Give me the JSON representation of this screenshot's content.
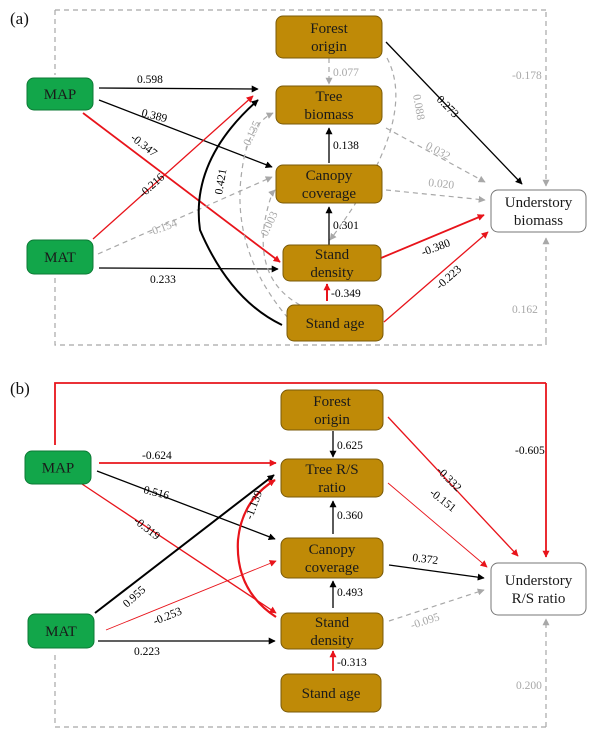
{
  "colors": {
    "climate": "#12a64a",
    "stand": "#bf8a07",
    "response": "#ffffff",
    "positive": "#000000",
    "negative": "#e8141b",
    "nonsignificant": "#a8a8a8"
  },
  "panels": [
    {
      "label": "(a)",
      "nodes": {
        "MAP": {
          "text": [
            "MAP"
          ],
          "type": "climate"
        },
        "MAT": {
          "text": [
            "MAT"
          ],
          "type": "climate"
        },
        "forest_origin": {
          "text": [
            "Forest",
            "origin"
          ],
          "type": "stand"
        },
        "tree": {
          "text": [
            "Tree",
            "biomass"
          ],
          "type": "stand"
        },
        "canopy": {
          "text": [
            "Canopy",
            "coverage"
          ],
          "type": "stand"
        },
        "density": {
          "text": [
            "Stand",
            "density"
          ],
          "type": "stand"
        },
        "age": {
          "text": [
            "Stand age"
          ],
          "type": "stand"
        },
        "understory": {
          "text": [
            "Understory",
            "biomass"
          ],
          "type": "response"
        }
      },
      "edges": [
        {
          "from": "MAP",
          "to": "tree",
          "value": "0.598",
          "sign": "positive"
        },
        {
          "from": "MAP",
          "to": "canopy",
          "value": "0.389",
          "sign": "positive"
        },
        {
          "from": "MAP",
          "to": "density",
          "value": "-0.347",
          "sign": "negative"
        },
        {
          "from": "MAT",
          "to": "tree",
          "value": "-0.216",
          "sign": "negative"
        },
        {
          "from": "MAT",
          "to": "canopy",
          "value": "-0.154",
          "sign": "nonsignificant"
        },
        {
          "from": "MAT",
          "to": "density",
          "value": "0.233",
          "sign": "positive"
        },
        {
          "from": "forest_origin",
          "to": "tree",
          "value": "0.077",
          "sign": "nonsignificant"
        },
        {
          "from": "forest_origin",
          "to": "density",
          "value": "0.088",
          "sign": "nonsignificant"
        },
        {
          "from": "forest_origin",
          "to": "understory",
          "value": "0.273",
          "sign": "positive"
        },
        {
          "from": "canopy",
          "to": "tree",
          "value": "0.138",
          "sign": "positive"
        },
        {
          "from": "density",
          "to": "canopy",
          "value": "0.301",
          "sign": "positive"
        },
        {
          "from": "age",
          "to": "density",
          "value": "-0.349",
          "sign": "negative"
        },
        {
          "from": "age",
          "to": "tree",
          "value": "0.421",
          "sign": "positive"
        },
        {
          "from": "age",
          "to": "tree",
          "value": "-0.135",
          "sign": "nonsignificant"
        },
        {
          "from": "age",
          "to": "canopy",
          "value": "0.003",
          "sign": "nonsignificant"
        },
        {
          "from": "tree",
          "to": "understory",
          "value": "0.032",
          "sign": "nonsignificant"
        },
        {
          "from": "canopy",
          "to": "understory",
          "value": "0.020",
          "sign": "nonsignificant"
        },
        {
          "from": "density",
          "to": "understory",
          "value": "-0.380",
          "sign": "negative"
        },
        {
          "from": "age",
          "to": "understory",
          "value": "-0.223",
          "sign": "negative"
        },
        {
          "from": "MAP",
          "to": "understory",
          "value": "-0.178",
          "sign": "nonsignificant"
        },
        {
          "from": "MAT",
          "to": "understory",
          "value": "0.162",
          "sign": "nonsignificant"
        }
      ]
    },
    {
      "label": "(b)",
      "nodes": {
        "MAP": {
          "text": [
            "MAP"
          ],
          "type": "climate"
        },
        "MAT": {
          "text": [
            "MAT"
          ],
          "type": "climate"
        },
        "forest_origin": {
          "text": [
            "Forest",
            "origin"
          ],
          "type": "stand"
        },
        "tree": {
          "text": [
            "Tree R/S",
            "ratio"
          ],
          "type": "stand"
        },
        "canopy": {
          "text": [
            "Canopy",
            "coverage"
          ],
          "type": "stand"
        },
        "density": {
          "text": [
            "Stand",
            "density"
          ],
          "type": "stand"
        },
        "age": {
          "text": [
            "Stand age"
          ],
          "type": "stand"
        },
        "understory": {
          "text": [
            "Understory",
            "R/S ratio"
          ],
          "type": "response"
        }
      },
      "edges": [
        {
          "from": "MAP",
          "to": "tree",
          "value": "-0.624",
          "sign": "negative"
        },
        {
          "from": "MAP",
          "to": "canopy",
          "value": "0.516",
          "sign": "positive"
        },
        {
          "from": "MAP",
          "to": "density",
          "value": "-0.319",
          "sign": "negative"
        },
        {
          "from": "MAT",
          "to": "tree",
          "value": "0.955",
          "sign": "positive"
        },
        {
          "from": "MAT",
          "to": "canopy",
          "value": "-0.253",
          "sign": "negative"
        },
        {
          "from": "MAT",
          "to": "density",
          "value": "0.223",
          "sign": "positive"
        },
        {
          "from": "forest_origin",
          "to": "tree",
          "value": "0.625",
          "sign": "positive"
        },
        {
          "from": "forest_origin",
          "to": "understory",
          "value": "-0.332",
          "sign": "negative"
        },
        {
          "from": "canopy",
          "to": "tree",
          "value": "0.360",
          "sign": "positive"
        },
        {
          "from": "density",
          "to": "canopy",
          "value": "0.493",
          "sign": "positive"
        },
        {
          "from": "density",
          "to": "tree",
          "value": "-1.139",
          "sign": "negative"
        },
        {
          "from": "age",
          "to": "density",
          "value": "-0.313",
          "sign": "negative"
        },
        {
          "from": "tree",
          "to": "understory",
          "value": "-0.151",
          "sign": "negative"
        },
        {
          "from": "canopy",
          "to": "understory",
          "value": "0.372",
          "sign": "positive"
        },
        {
          "from": "density",
          "to": "understory",
          "value": "-0.095",
          "sign": "nonsignificant"
        },
        {
          "from": "MAP",
          "to": "understory",
          "value": "-0.605",
          "sign": "negative"
        },
        {
          "from": "MAT",
          "to": "understory",
          "value": "0.200",
          "sign": "nonsignificant"
        }
      ]
    }
  ]
}
